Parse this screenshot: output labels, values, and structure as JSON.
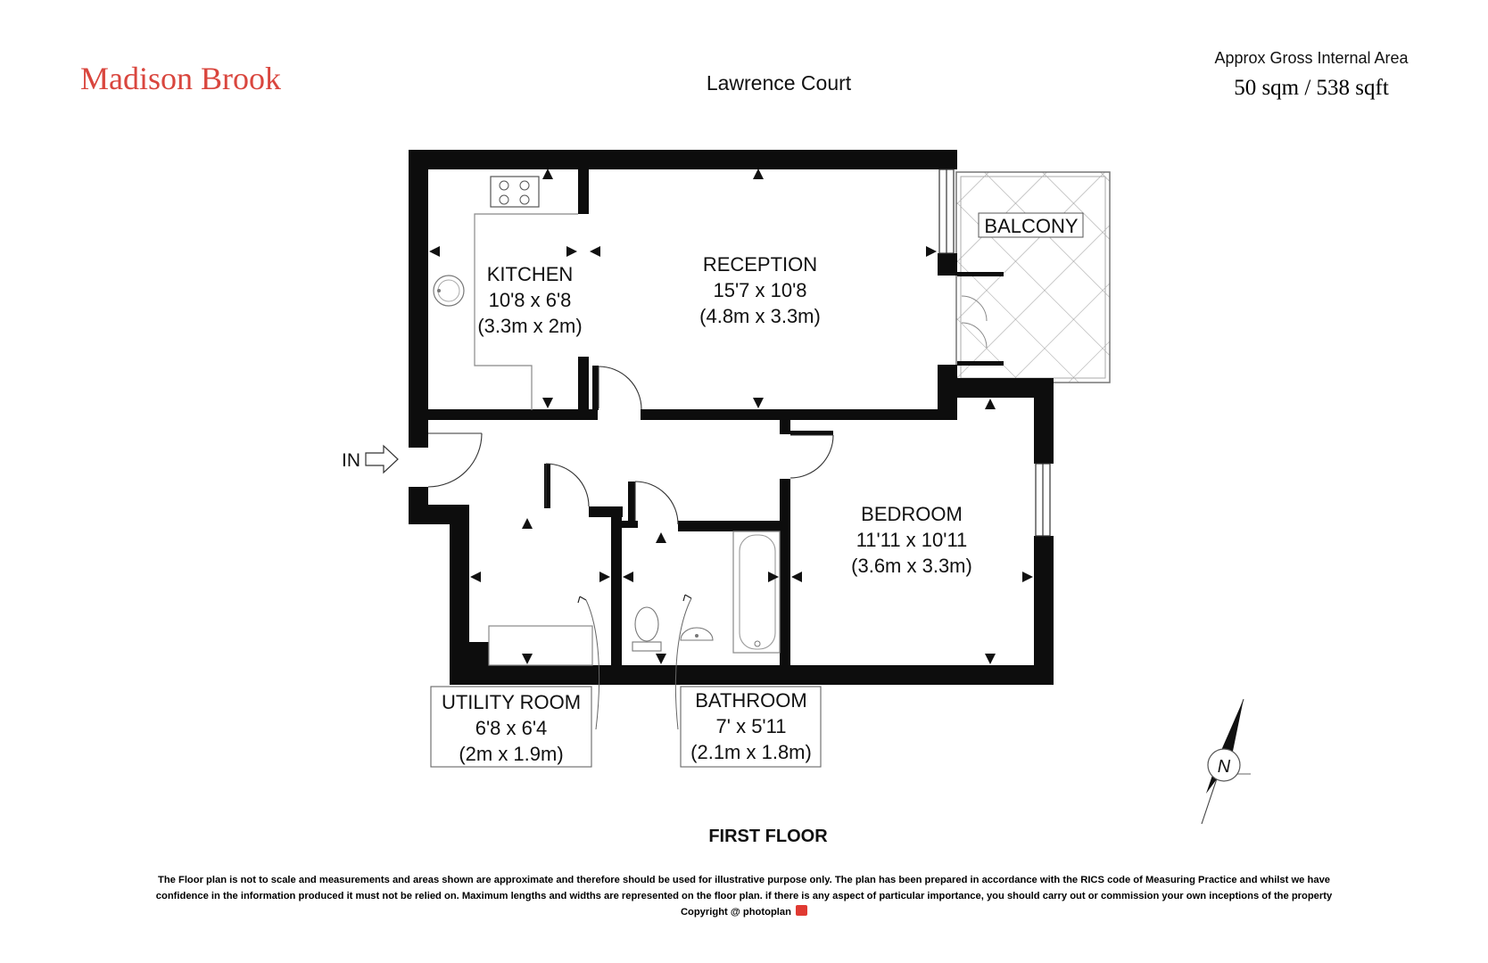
{
  "header": {
    "brand": "Madison Brook",
    "property_name": "Lawrence Court",
    "area_label": "Approx Gross Internal Area",
    "area_value": "50 sqm / 538 sqft"
  },
  "rooms": {
    "kitchen": {
      "name": "KITCHEN",
      "imperial": "10'8 x 6'8",
      "metric": "(3.3m x 2m)"
    },
    "reception": {
      "name": "RECEPTION",
      "imperial": "15'7 x 10'8",
      "metric": "(4.8m x 3.3m)"
    },
    "balcony": {
      "name": "BALCONY"
    },
    "bedroom": {
      "name": "BEDROOM",
      "imperial": "11'11 x 10'11",
      "metric": "(3.6m x 3.3m)"
    },
    "utility": {
      "name": "UTILITY ROOM",
      "imperial": "6'8 x 6'4",
      "metric": "(2m x 1.9m)"
    },
    "bathroom": {
      "name": "BATHROOM",
      "imperial": "7' x 5'11",
      "metric": "(2.1m x 1.8m)"
    }
  },
  "entrance_label": "IN",
  "compass_label": "N",
  "floor_label": "FIRST FLOOR",
  "footer": {
    "disclaimer_line1": "The Floor plan is not to scale and measurements and areas shown are approximate and therefore should be used for illustrative purpose only. The plan has been prepared in accordance with the RICS code of Measuring Practice and whilst we have",
    "disclaimer_line2": "confidence in the information produced it must not be relied on. Maximum  lengths and widths are represented on the floor plan. if there is any aspect of particular importance, you should carry out or commission your own inceptions of the property",
    "copyright": "Copyright @",
    "copyright_brand": "photoplan"
  },
  "colors": {
    "brand": "#d9463e",
    "wall": "#0d0d0d",
    "fixture": "#777777"
  }
}
